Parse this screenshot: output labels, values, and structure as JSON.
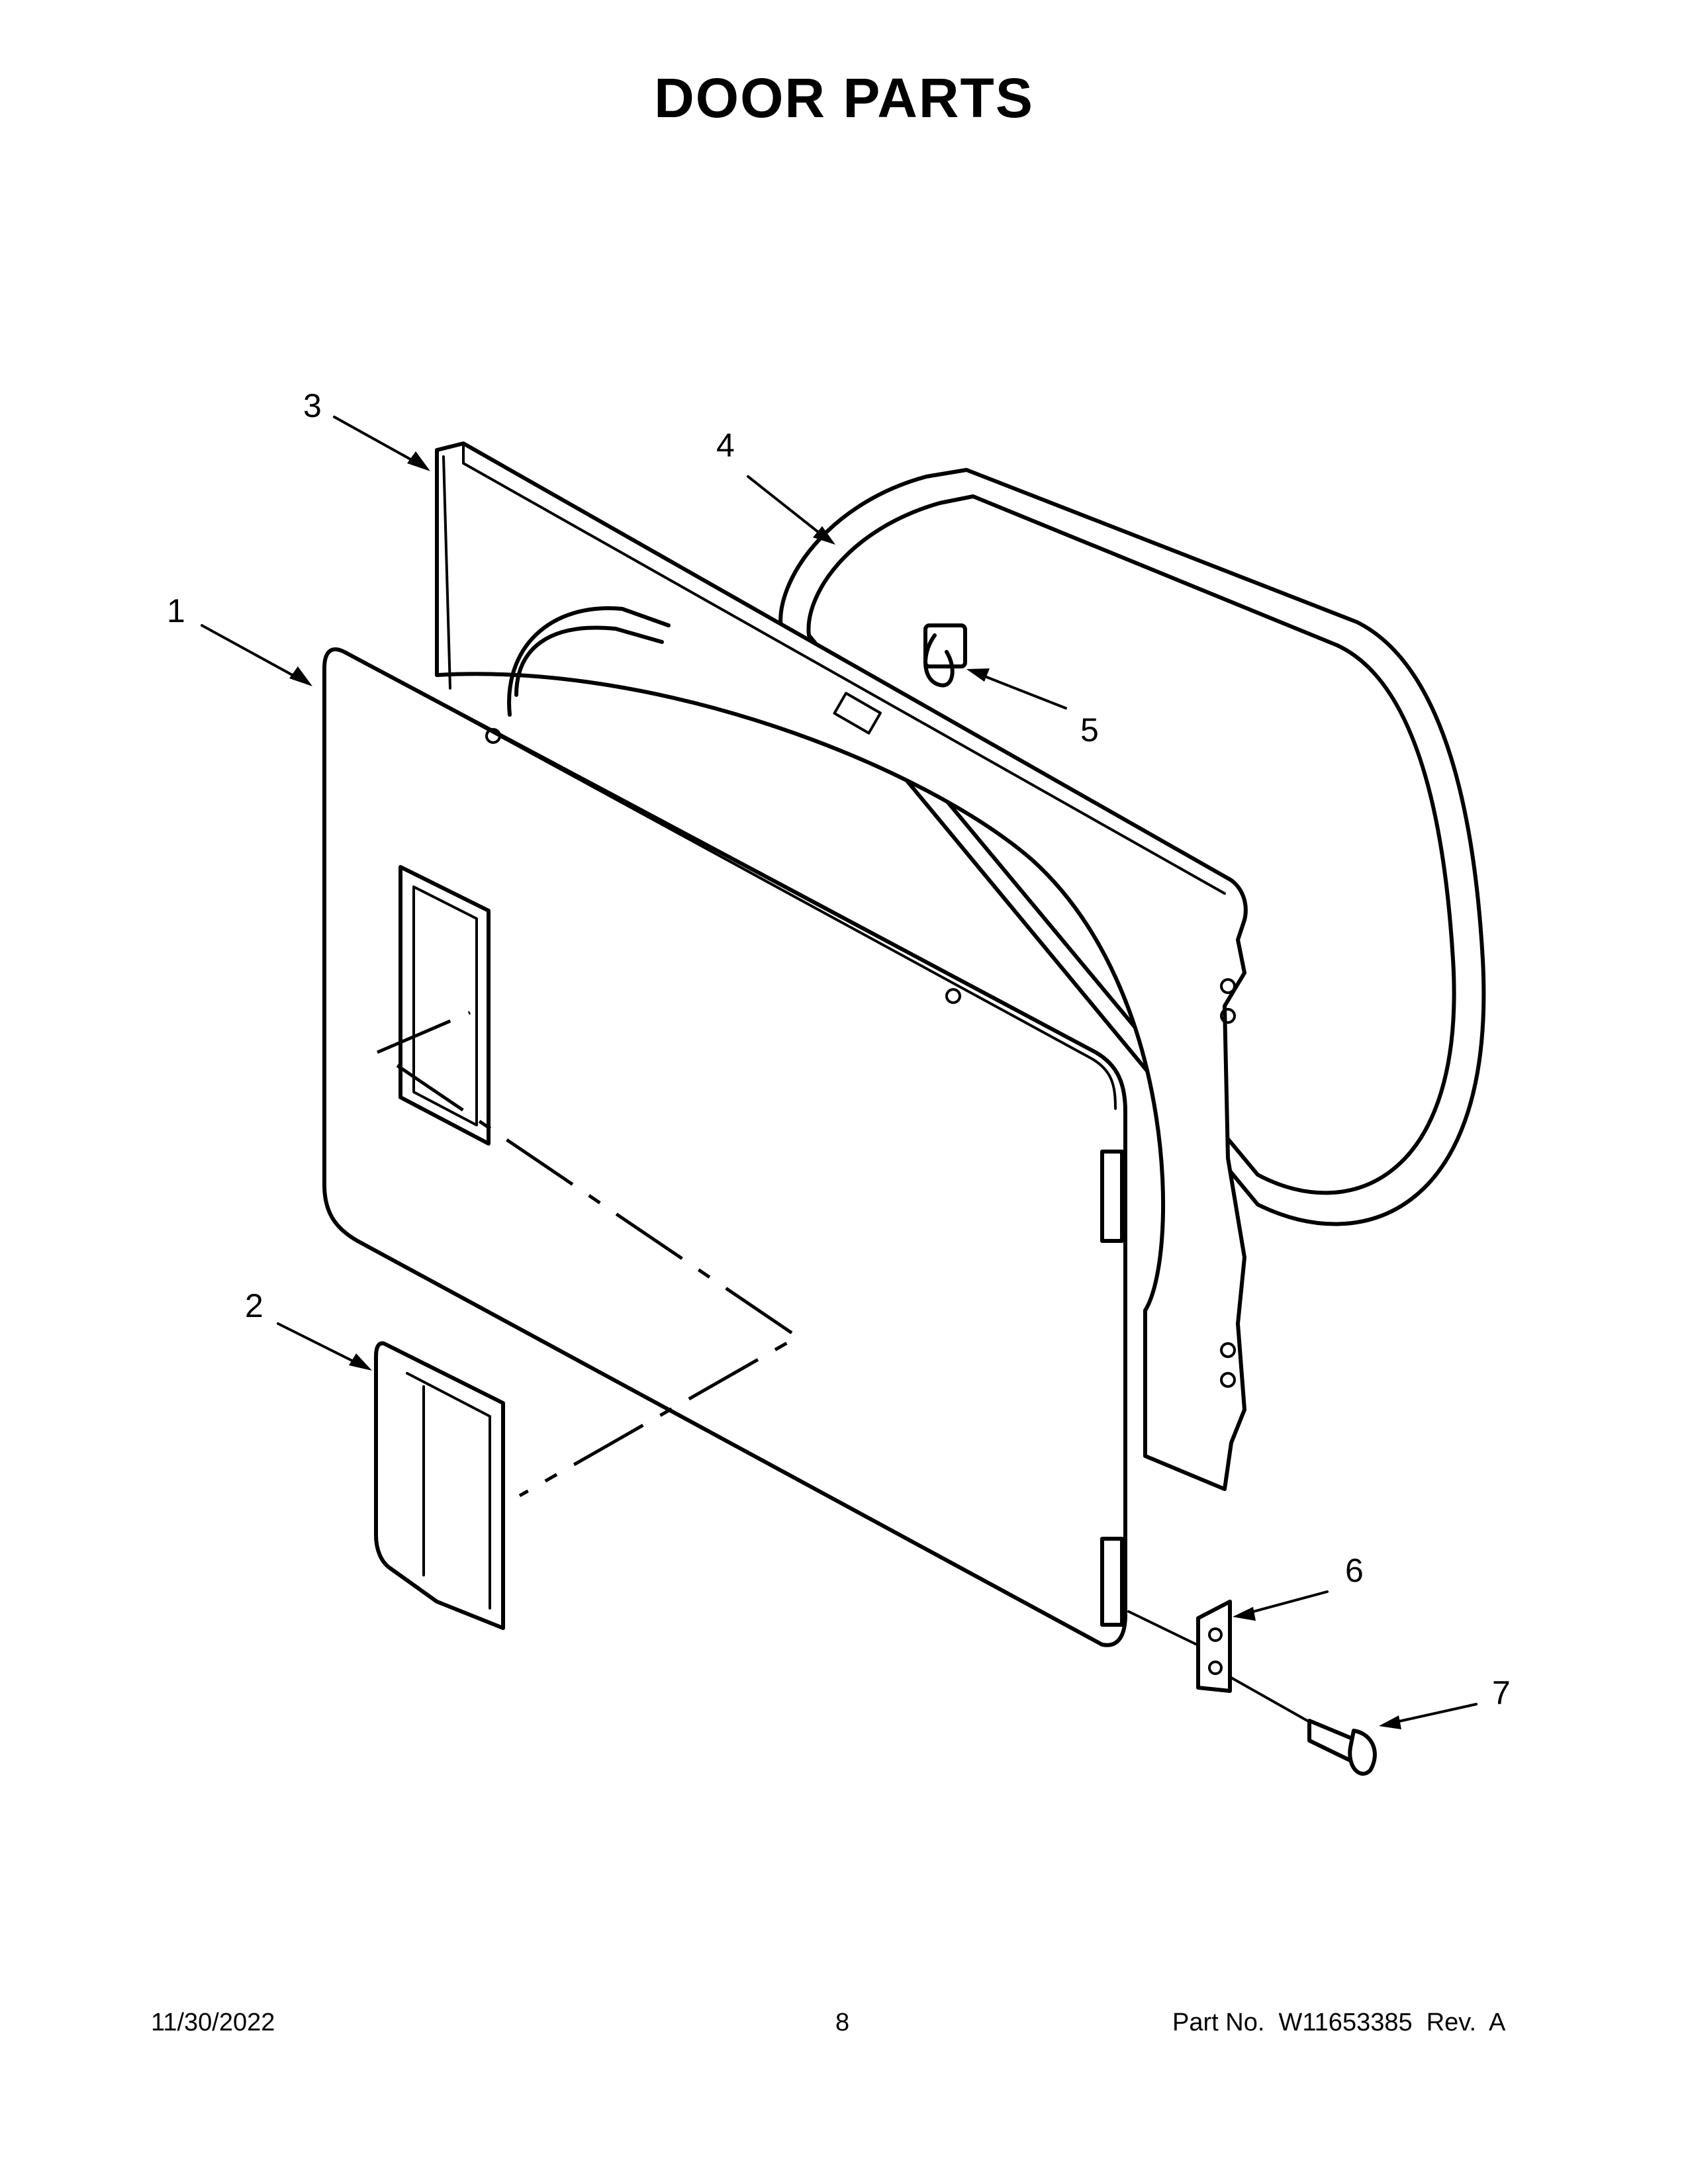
{
  "title": "DOOR PARTS",
  "callouts": [
    {
      "number": "1",
      "part": "outer-door-panel"
    },
    {
      "number": "2",
      "part": "door-handle"
    },
    {
      "number": "3",
      "part": "inner-door-panel"
    },
    {
      "number": "4",
      "part": "door-seal"
    },
    {
      "number": "5",
      "part": "door-strike"
    },
    {
      "number": "6",
      "part": "door-hinge"
    },
    {
      "number": "7",
      "part": "hinge-screw"
    }
  ],
  "footer": {
    "date": "11/30/2022",
    "page": "8",
    "part_no": "Part No.  W11653385  Rev.  A"
  }
}
